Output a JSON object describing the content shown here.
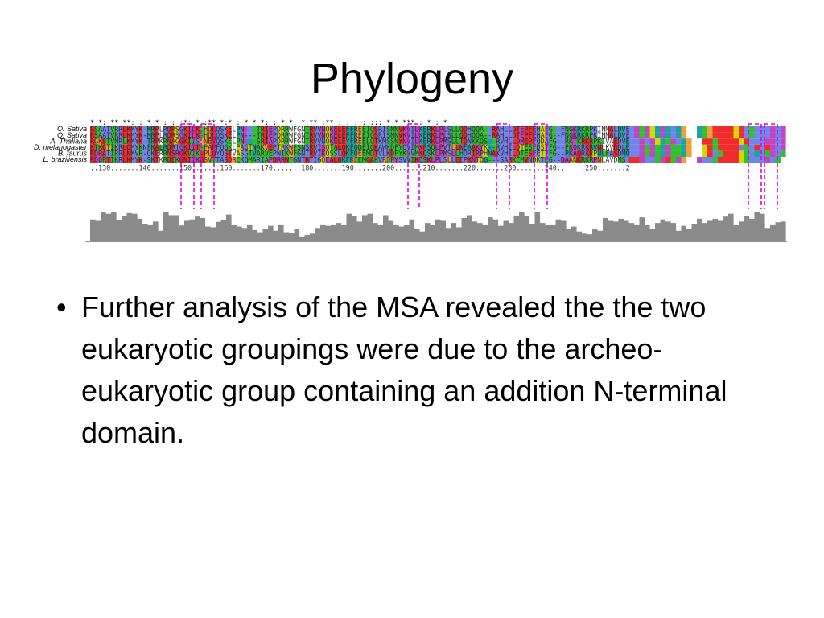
{
  "slide": {
    "title": "Phylogeny",
    "bullet_char": "•",
    "bullets": [
      "Further analysis of the MSA revealed the the two eukaryotic groupings were due to the archeo-eukaryotic group containing an addition N-terminal domain."
    ]
  },
  "alignment": {
    "consensus": "*  *: ** **: : * * : :     :*: * :** *:* : * *  *:  :     * *: *  ** :**  :         : :  :  ::: *    * *** :   * :  *",
    "species": [
      {
        "name": "O. Sativa",
        "sequence": "RSAATVRRLKMYK-MRPLRDRSGKILK-HDLQSKELPN---TRIEPDRRWFGNTRVVNQKELEFFREEIQSRISNNVKVILKERKLPLSLLQDHQQA--RAHLLDTEPFEHAFG--FNGKRKRPKINMALDVE"
      },
      {
        "name": "O. Sativa",
        "sequence": "RSAATVRRLKMYK-MRPLRDRSGKILK-HDLQSKELPN---TRIEPDRRWFGNTRVVNQKELEFFREEIQSRISNNVKVILKERKLPLSLLQDHQQA--RAHLLDTEPFEHAFG--FNGKRKRPKINMALDVE"
      },
      {
        "name": "A. Thaliana",
        "sequence": "RGKSTVNRLKMYK-TRPKRNAGGKIIS-NEYQSKELPN---SRIAPDRRWFGNTRVVNQKELEYFREELQTKMSSNYNVILKERKLPMSLLTDNKKQS--RVHLLDMEPFQDAFG--RKTKRKRPKIVAEDVE"
      },
      {
        "name": "D. melanogaster",
        "sequence": "KTKGTIKRLQMYKNFKALRDRTGKIIT-PAPFQGKLPAGTNAKVEPTRKWFSNSRVISQTALQKFQDEIGKAWKDPYQVIMKPSQLPVTLLNEAAKYK--RVHILDTESFDSTFG--PKQKRKRVNLKVRDLE"
      },
      {
        "name": "B. taurus",
        "sequence": "RDRATIRRLNMVR-QKERRNSRGKVIK-PLQYQSTVASGTVARVEPNIKWFGNTRVIKQSSLQKFQEEMDTVLKDPYKVVMKQSKLPMSLLHDRIRPHNAKVHILDTESFETTFG--PKAQRKRPNLFASDMQ"
      },
      {
        "name": "L. braziliensis",
        "sequence": "RDQRTIKRLKMYK-SKTKRDEKGNIIKGSVTTASDREKQMARIAPDRRWFGNTRTIGQEALQKFREEMGAKVRDPYSVVIKQSKLPLSLLEEPKNTDG---SARKEMVNDKTEG--DAANKRKRPNLAVDMS"
      }
    ],
    "ruler": "..130.......140.......150.......160.......170.......180.......190.......200.......210.......220.......230.......240.......250.......2",
    "conservation": [
      0.62,
      0.58,
      0.82,
      0.78,
      0.84,
      0.6,
      0.72,
      0.8,
      0.78,
      0.64,
      0.5,
      0.48,
      0.56,
      0.3,
      0.82,
      0.74,
      0.74,
      0.45,
      0.58,
      0.62,
      0.7,
      0.66,
      0.42,
      0.4,
      0.55,
      0.6,
      0.76,
      0.46,
      0.42,
      0.38,
      0.48,
      0.32,
      0.26,
      0.35,
      0.44,
      0.3,
      0.48,
      0.26,
      0.24,
      0.34,
      0.14,
      0.18,
      0.22,
      0.38,
      0.48,
      0.44,
      0.48,
      0.52,
      0.46,
      0.78,
      0.72,
      0.56,
      0.74,
      0.78,
      0.52,
      0.48,
      0.74,
      0.58,
      0.48,
      0.42,
      0.46,
      0.62,
      0.34,
      0.28,
      0.52,
      0.46,
      0.62,
      0.58,
      0.38,
      0.52,
      0.4,
      0.66,
      0.74,
      0.56,
      0.52,
      0.48,
      0.68,
      0.62,
      0.44,
      0.58,
      0.52,
      0.72,
      0.84,
      0.72,
      0.5,
      0.82,
      0.52,
      0.46,
      0.48,
      0.62,
      0.58,
      0.36,
      0.42,
      0.28,
      0.22,
      0.2,
      0.34,
      0.3,
      0.66,
      0.58,
      0.56,
      0.64,
      0.58,
      0.52,
      0.48,
      0.68,
      0.46,
      0.36,
      0.52,
      0.62,
      0.56,
      0.52,
      0.3,
      0.44,
      0.36,
      0.5,
      0.64,
      0.52,
      0.58,
      0.64,
      0.58,
      0.7,
      0.78,
      0.46,
      0.56,
      0.72,
      0.64,
      0.82,
      0.78,
      0.38,
      0.48,
      0.54,
      0.56,
      0.72
    ],
    "highlight_color": "#e000e0",
    "colors": {
      "hydrophobic": "#6f86e8",
      "positive": "#ef2b2b",
      "negative": "#c244c2",
      "polar": "#2ec22e",
      "glycine": "#f0a030",
      "proline": "#d7d700",
      "aromatic": "#1aa3a3",
      "cysteine": "#ef8080",
      "gap": "#ffffff",
      "histogram": "#8a8a8a"
    }
  }
}
